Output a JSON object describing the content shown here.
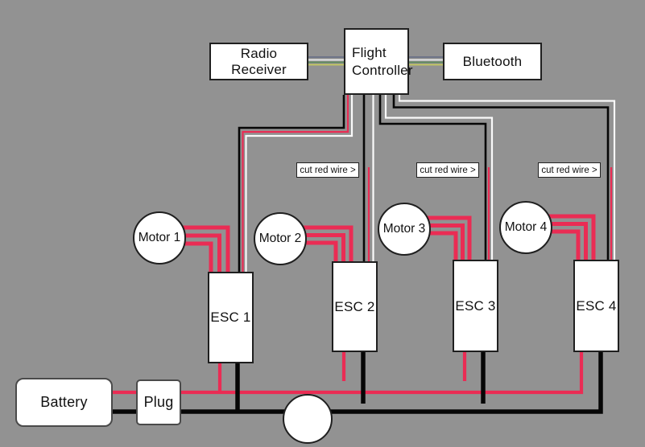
{
  "components": {
    "radio_receiver": {
      "label": "Radio Receiver"
    },
    "flight_controller": {
      "label": "Flight Controller"
    },
    "bluetooth": {
      "label": "Bluetooth"
    },
    "battery": {
      "label": "Battery"
    },
    "plug": {
      "label": "Plug"
    },
    "motors": [
      {
        "label": "Motor 1"
      },
      {
        "label": "Motor 2"
      },
      {
        "label": "Motor 3"
      },
      {
        "label": "Motor 4"
      }
    ],
    "escs": [
      {
        "label": "ESC 1"
      },
      {
        "label": "ESC 2"
      },
      {
        "label": "ESC 3"
      },
      {
        "label": "ESC 4"
      }
    ],
    "power_distribution_node": {
      "label": ""
    }
  },
  "annotations": {
    "cut_red_wire_esc2": "cut red wire >",
    "cut_red_wire_esc3": "cut red wire >",
    "cut_red_wire_esc4": "cut red wire >"
  },
  "colors": {
    "background": "#929292",
    "power_red": "#EA2C54",
    "wire_black": "#060606",
    "wire_white": "#FAFAFA",
    "ribbon_slate": "#6E7488",
    "ribbon_white": "#EFEFEF",
    "ribbon_green": "#5C8A5C",
    "ribbon_yellow": "#C6C95F"
  }
}
